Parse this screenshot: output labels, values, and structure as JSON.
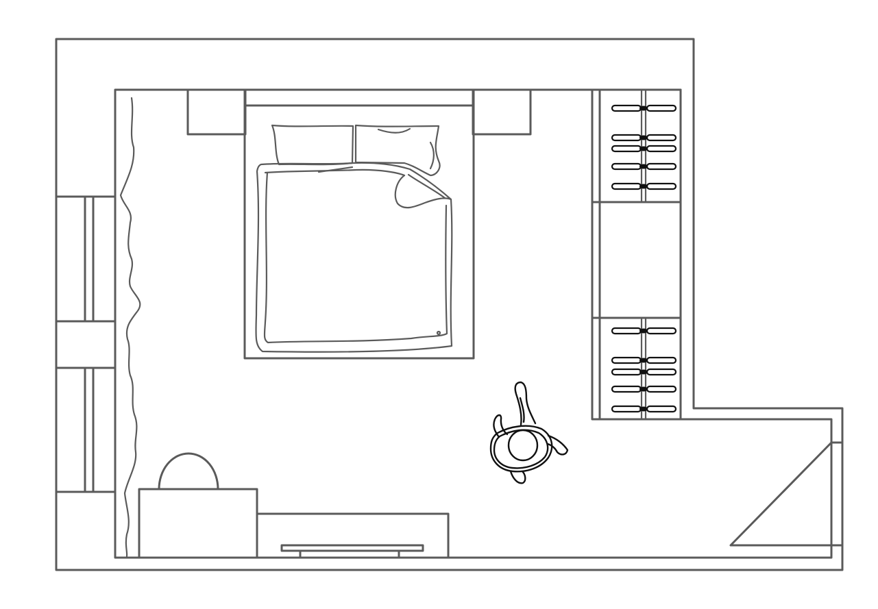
{
  "drawing": {
    "kind": "floor-plan",
    "style": "line-drawing",
    "colors": {
      "line": "#5a5a5a",
      "hanger": "#111111",
      "background": "#ffffff"
    },
    "elements": [
      "outer-wall",
      "window",
      "curtain",
      "nightstand-left",
      "nightstand-right",
      "bed",
      "pillow-left",
      "pillow-right",
      "duvet",
      "wardrobe",
      "hangers",
      "desk",
      "desk-chair",
      "dresser",
      "shelf",
      "person",
      "door"
    ],
    "wardrobe_hanger_groups": [
      5,
      5
    ]
  }
}
